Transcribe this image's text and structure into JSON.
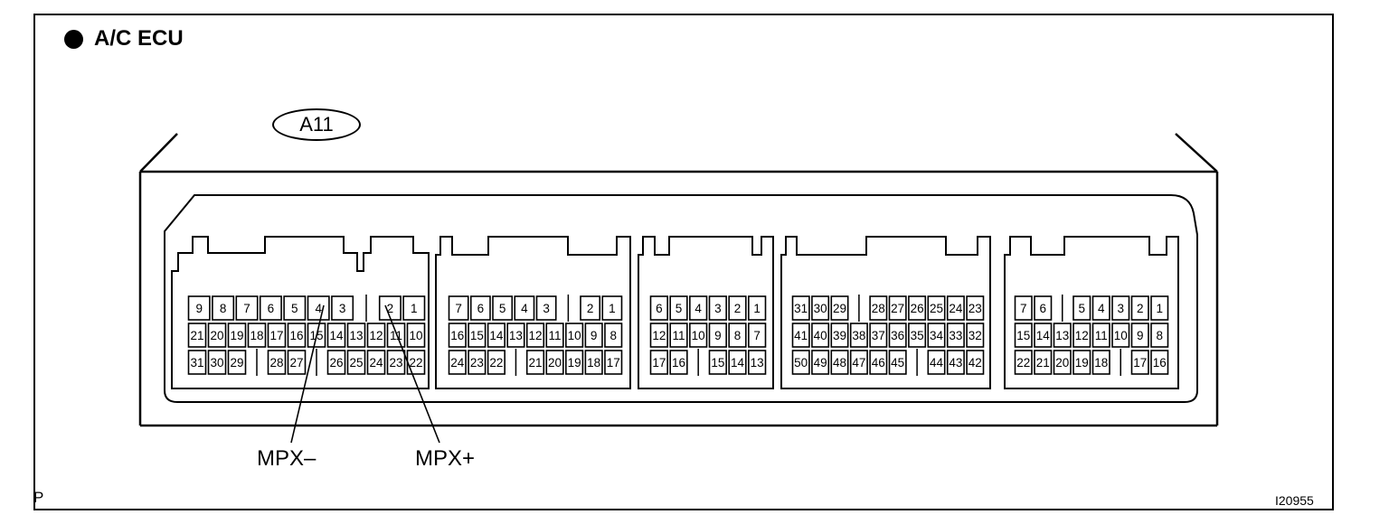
{
  "title": "A/C ECU",
  "connector_id": "A11",
  "corner_left": "P",
  "corner_right": "I20955",
  "callouts": {
    "mpx_minus": "MPX–",
    "mpx_plus": "MPX+"
  },
  "blocks": [
    {
      "rows": [
        [
          "9",
          "8",
          "7",
          "6",
          "5",
          "4",
          "3",
          "",
          "2",
          "1"
        ],
        [
          "21",
          "20",
          "19",
          "18",
          "17",
          "16",
          "15",
          "14",
          "13",
          "12",
          "11",
          "10"
        ],
        [
          "31",
          "30",
          "29",
          "",
          "28",
          "27",
          "",
          "26",
          "25",
          "24",
          "23",
          "22"
        ]
      ]
    },
    {
      "rows": [
        [
          "7",
          "6",
          "5",
          "4",
          "3",
          "",
          "2",
          "1"
        ],
        [
          "16",
          "15",
          "14",
          "13",
          "12",
          "11",
          "10",
          "9",
          "8"
        ],
        [
          "24",
          "23",
          "22",
          "",
          "21",
          "20",
          "19",
          "18",
          "17"
        ]
      ]
    },
    {
      "rows": [
        [
          "6",
          "5",
          "4",
          "3",
          "2",
          "1"
        ],
        [
          "12",
          "11",
          "10",
          "9",
          "8",
          "7"
        ],
        [
          "17",
          "16",
          "",
          "15",
          "14",
          "13"
        ]
      ]
    },
    {
      "rows": [
        [
          "31",
          "30",
          "29",
          "",
          "28",
          "27",
          "26",
          "25",
          "24",
          "23"
        ],
        [
          "41",
          "40",
          "39",
          "38",
          "37",
          "36",
          "35",
          "34",
          "33",
          "32"
        ],
        [
          "50",
          "49",
          "48",
          "47",
          "46",
          "45",
          "",
          "44",
          "43",
          "42"
        ]
      ]
    },
    {
      "rows": [
        [
          "7",
          "6",
          "",
          "5",
          "4",
          "3",
          "2",
          "1"
        ],
        [
          "15",
          "14",
          "13",
          "12",
          "11",
          "10",
          "9",
          "8"
        ],
        [
          "22",
          "21",
          "20",
          "19",
          "18",
          "",
          "17",
          "16"
        ]
      ]
    }
  ]
}
